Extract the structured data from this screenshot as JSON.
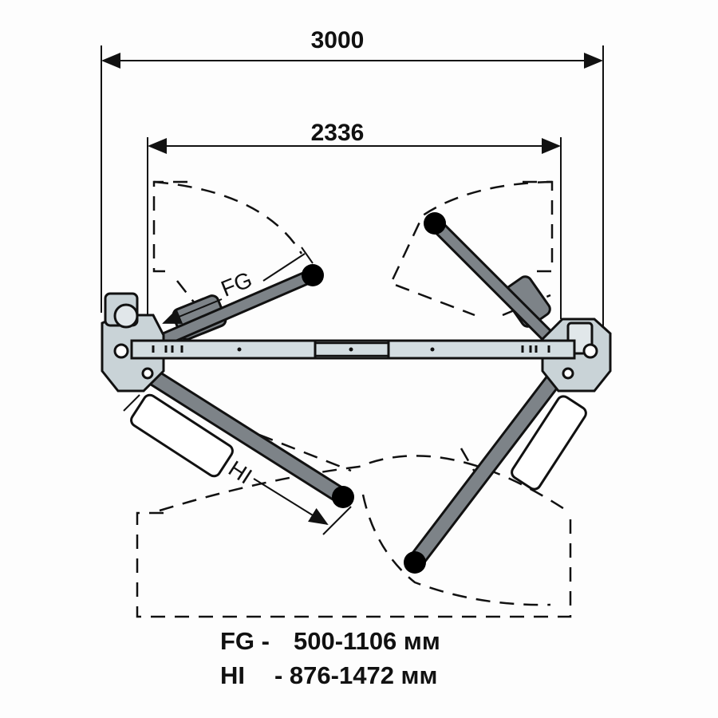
{
  "dimensions": {
    "overall_width": "3000",
    "inner_width": "2336"
  },
  "arm_labels": {
    "front": "FG",
    "rear": "HI"
  },
  "legend": [
    {
      "key": "FG -",
      "value": "500-1106 мм"
    },
    {
      "key": "HI",
      "value": "- 876-1472 мм"
    }
  ],
  "colors": {
    "arm": "#7d8388",
    "beam": "#d3dde1",
    "line": "#111111"
  }
}
